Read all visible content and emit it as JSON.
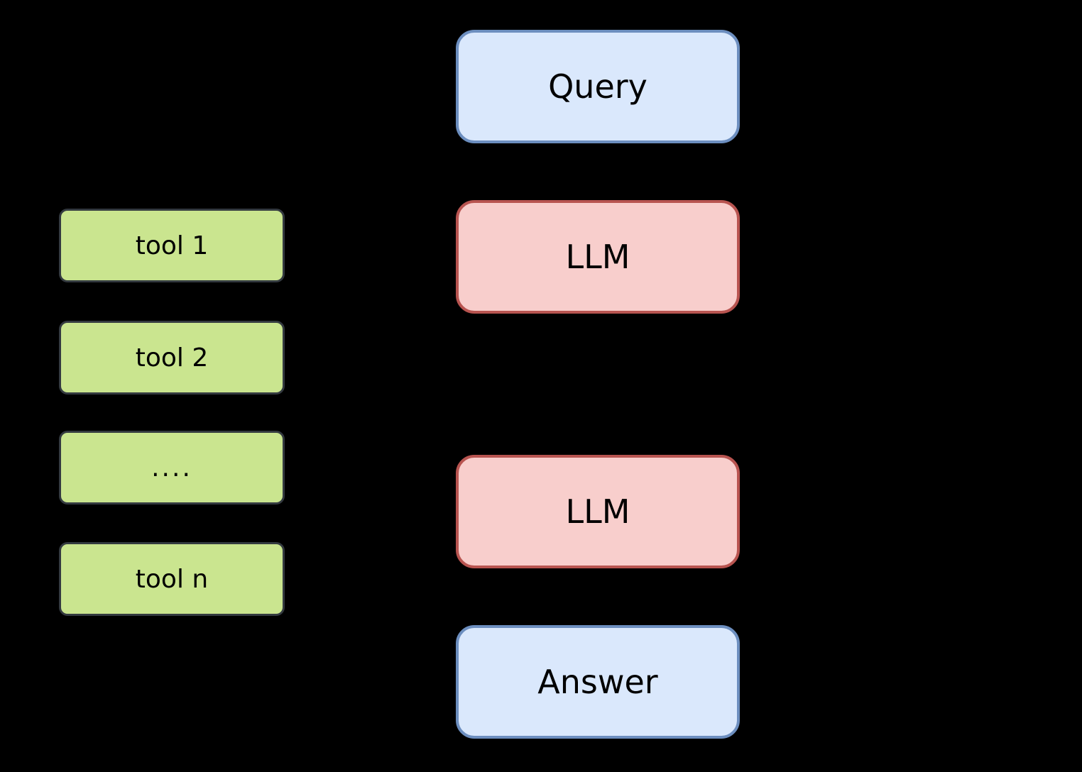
{
  "diagram": {
    "background_color": "#000000",
    "text_color": "#000000"
  },
  "nodes": {
    "query": {
      "label": "Query",
      "fill": "#dae8fc",
      "border": "#6c8ebf"
    },
    "llm_top": {
      "label": "LLM",
      "fill": "#f8cecc",
      "border": "#b85450"
    },
    "llm_bottom": {
      "label": "LLM",
      "fill": "#f8cecc",
      "border": "#b85450"
    },
    "answer": {
      "label": "Answer",
      "fill": "#dae8fc",
      "border": "#6c8ebf"
    },
    "tools": [
      {
        "label": "tool 1",
        "fill": "#cae58f",
        "border": "#343a40"
      },
      {
        "label": "tool 2",
        "fill": "#cae58f",
        "border": "#343a40"
      },
      {
        "label": "....",
        "fill": "#cae58f",
        "border": "#343a40"
      },
      {
        "label": "tool n",
        "fill": "#cae58f",
        "border": "#343a40"
      }
    ]
  }
}
